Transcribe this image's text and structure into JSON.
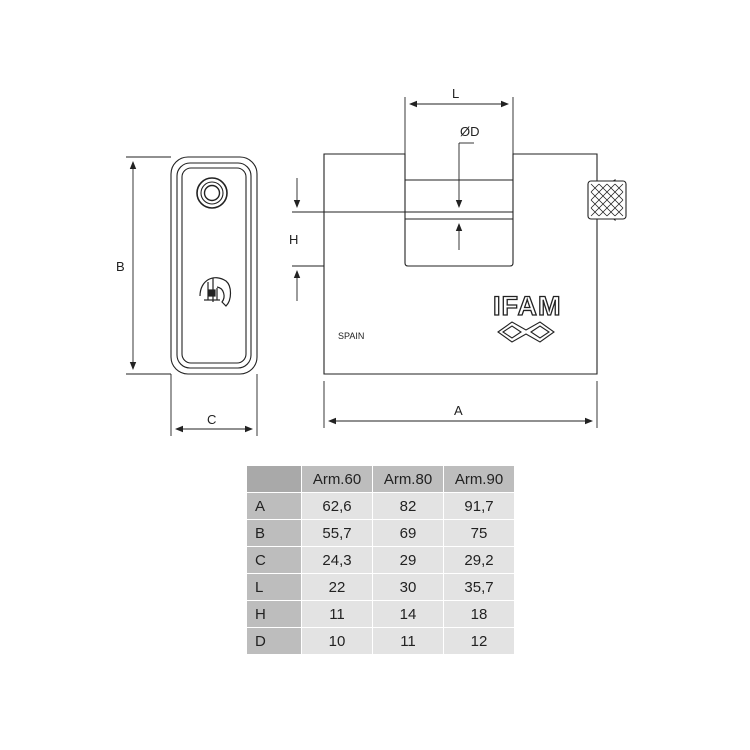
{
  "labels": {
    "A": "A",
    "B": "B",
    "C": "C",
    "L": "L",
    "H": "H",
    "D": "ØD",
    "brand": "IFAM",
    "origin": "SPAIN"
  },
  "table": {
    "columns": [
      "Arm.60",
      "Arm.80",
      "Arm.90"
    ],
    "rows": [
      {
        "label": "A",
        "values": [
          "62,6",
          "82",
          "91,7"
        ]
      },
      {
        "label": "B",
        "values": [
          "55,7",
          "69",
          "75"
        ]
      },
      {
        "label": "C",
        "values": [
          "24,3",
          "29",
          "29,2"
        ]
      },
      {
        "label": "L",
        "values": [
          "22",
          "30",
          "35,7"
        ]
      },
      {
        "label": "H",
        "values": [
          "11",
          "14",
          "18"
        ]
      },
      {
        "label": "D",
        "values": [
          "10",
          "11",
          "12"
        ]
      }
    ]
  },
  "colors": {
    "line": "#222222",
    "header_gray": "#bdbdbd",
    "cell_gray": "#e3e3e3"
  }
}
